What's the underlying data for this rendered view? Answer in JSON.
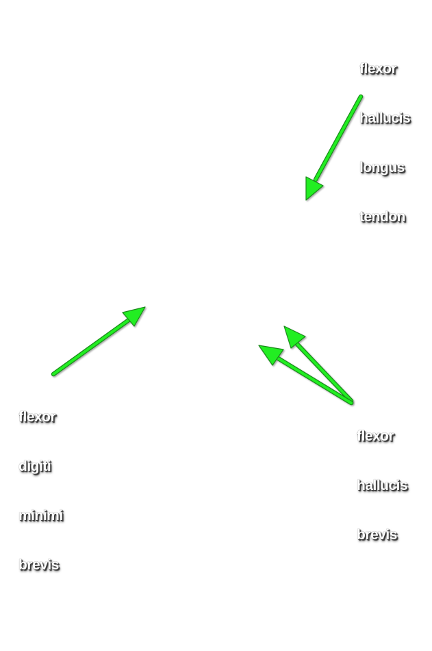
{
  "labels": {
    "flexor_hallucis_longus_tendon": [
      "flexor",
      "hallucis",
      "longus",
      "tendon"
    ],
    "flexor_digiti_minimi_brevis": [
      "flexor",
      "digiti",
      "minimi",
      "brevis"
    ],
    "flexor_hallucis_brevis": [
      "flexor",
      "hallucis",
      "brevis"
    ]
  },
  "colors": {
    "arrow_fill": "#22ee22",
    "arrow_outline": "#1a8a1a",
    "label_text": "#ffffff",
    "label_shadow": "#3a3a3a",
    "background": "#ffffff"
  }
}
